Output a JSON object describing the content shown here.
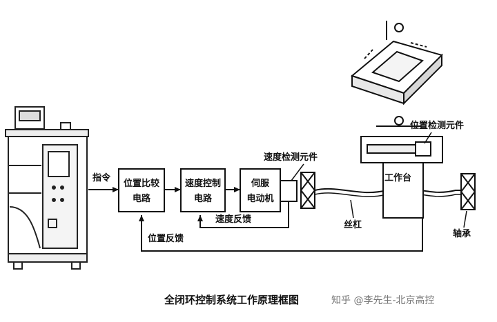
{
  "labels": {
    "command": "指令",
    "pos_compare_1": "位置比较",
    "pos_compare_2": "电路",
    "speed_ctrl_1": "速度控制",
    "speed_ctrl_2": "电路",
    "servo_1": "伺服",
    "servo_2": "电动机",
    "speed_sensor": "速度检测元件",
    "position_sensor": "位置检测元件",
    "worktable": "工作台",
    "screw": "丝杠",
    "bearing": "轴承",
    "pos_feedback": "位置反馈",
    "speed_feedback": "速度反馈"
  },
  "caption": "全闭环控制系统工作原理框图",
  "watermark": "知乎 @李先生-北京高控"
}
